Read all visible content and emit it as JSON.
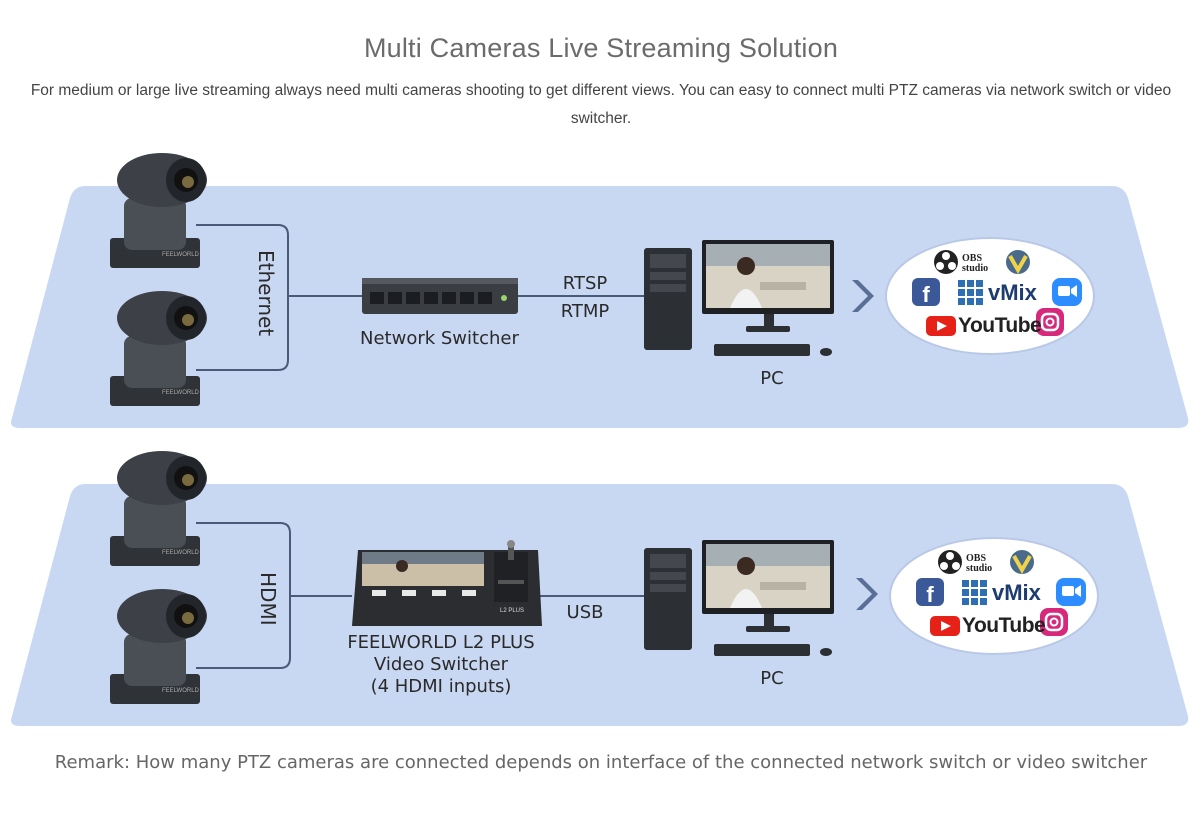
{
  "header": {
    "title": "Multi Cameras Live Streaming Solution",
    "subtitle": "For medium or large live streaming always need multi cameras shooting to get different views. You can easy to connect multi PTZ cameras via network switch or video switcher."
  },
  "colors": {
    "panel": "#c9d8f2",
    "line": "#4a5a78",
    "arrow": "#5a6f96",
    "camera": "#3a3d42",
    "youtube": "#e62117",
    "facebook": "#3b5998",
    "zoom": "#2d8cff"
  },
  "row1": {
    "connection_label": "Ethernet",
    "device_label": "Network Switcher",
    "protocol_labels": [
      "RTSP",
      "RTMP"
    ],
    "pc_label": "PC",
    "camera_brand": "FEELWORLD"
  },
  "row2": {
    "connection_label": "HDMI",
    "device_label_lines": [
      "FEELWORLD L2 PLUS",
      "Video Switcher",
      "(4 HDMI inputs)"
    ],
    "device_marking": "L2 PLUS",
    "protocol_label": "USB",
    "pc_label": "PC",
    "camera_brand": "FEELWORLD"
  },
  "services": {
    "obs_line1": "OBS",
    "obs_line2": "studio",
    "vmix": "vMix",
    "youtube": "YouTube",
    "icons": [
      "obs-icon",
      "wirecast-icon",
      "facebook-icon",
      "vmix-icon",
      "zoom-icon",
      "youtube-icon",
      "instagram-icon"
    ]
  },
  "footer": {
    "remark": "Remark: How many PTZ cameras are connected depends on interface of the connected network switch or video switcher"
  }
}
